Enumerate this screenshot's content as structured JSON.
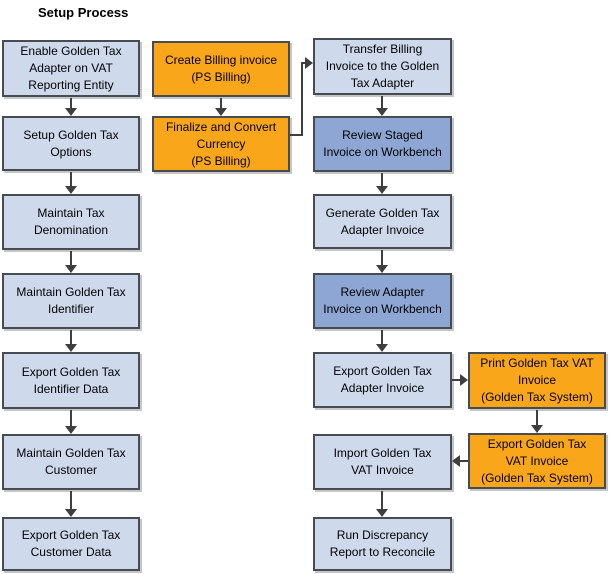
{
  "title": "Setup Process",
  "colors": {
    "light_blue": "#cedaec",
    "medium_blue": "#8ea6d3",
    "orange": "#faa61a",
    "border": "#474c52",
    "arrow": "#3f3f3f",
    "background": "#ffffff"
  },
  "nodes": {
    "enable_adapter": {
      "label": "Enable Golden Tax\nAdapter on VAT\nReporting Entity",
      "style": "light-blue"
    },
    "setup_options": {
      "label": "Setup Golden Tax\nOptions",
      "style": "light-blue"
    },
    "maintain_tax_denomination": {
      "label": "Maintain Tax\nDenomination",
      "style": "light-blue"
    },
    "maintain_identifier": {
      "label": "Maintain Golden Tax\nIdentifier",
      "style": "light-blue"
    },
    "export_identifier_data": {
      "label": "Export Golden Tax\nIdentifier Data",
      "style": "light-blue"
    },
    "maintain_customer": {
      "label": "Maintain Golden Tax\nCustomer",
      "style": "light-blue"
    },
    "export_customer_data": {
      "label": "Export Golden Tax\nCustomer Data",
      "style": "light-blue"
    },
    "create_billing_invoice": {
      "label": "Create Billing invoice\n(PS Billing)",
      "style": "orange"
    },
    "finalize_convert_currency": {
      "label": "Finalize and Convert\nCurrency\n(PS Billing)",
      "style": "orange"
    },
    "transfer_billing_invoice": {
      "label": "Transfer Billing\nInvoice to the Golden\nTax Adapter",
      "style": "light-blue"
    },
    "review_staged_invoice": {
      "label": "Review Staged\nInvoice on Workbench",
      "style": "medium-blue"
    },
    "generate_adapter_invoice": {
      "label": "Generate Golden Tax\nAdapter Invoice",
      "style": "light-blue"
    },
    "review_adapter_invoice": {
      "label": "Review Adapter\nInvoice on Workbench",
      "style": "medium-blue"
    },
    "export_adapter_invoice": {
      "label": "Export Golden Tax\nAdapter Invoice",
      "style": "light-blue"
    },
    "import_vat_invoice": {
      "label": "Import Golden Tax\nVAT Invoice",
      "style": "light-blue"
    },
    "run_discrepancy_report": {
      "label": "Run Discrepancy\nReport to Reconcile",
      "style": "light-blue"
    },
    "print_vat_invoice": {
      "label": "Print Golden Tax VAT\nInvoice\n(Golden Tax System)",
      "style": "orange"
    },
    "export_vat_invoice": {
      "label": "Export Golden Tax\nVAT Invoice\n(Golden Tax System)",
      "style": "orange"
    }
  },
  "edges": [
    {
      "from": "enable_adapter",
      "to": "setup_options",
      "direction": "down"
    },
    {
      "from": "setup_options",
      "to": "maintain_tax_denomination",
      "direction": "down"
    },
    {
      "from": "maintain_tax_denomination",
      "to": "maintain_identifier",
      "direction": "down"
    },
    {
      "from": "maintain_identifier",
      "to": "export_identifier_data",
      "direction": "down"
    },
    {
      "from": "export_identifier_data",
      "to": "maintain_customer",
      "direction": "down"
    },
    {
      "from": "maintain_customer",
      "to": "export_customer_data",
      "direction": "down"
    },
    {
      "from": "create_billing_invoice",
      "to": "finalize_convert_currency",
      "direction": "down"
    },
    {
      "from": "finalize_convert_currency",
      "to": "transfer_billing_invoice",
      "direction": "elbow-right-up"
    },
    {
      "from": "transfer_billing_invoice",
      "to": "review_staged_invoice",
      "direction": "down"
    },
    {
      "from": "review_staged_invoice",
      "to": "generate_adapter_invoice",
      "direction": "down"
    },
    {
      "from": "generate_adapter_invoice",
      "to": "review_adapter_invoice",
      "direction": "down"
    },
    {
      "from": "review_adapter_invoice",
      "to": "export_adapter_invoice",
      "direction": "down"
    },
    {
      "from": "export_adapter_invoice",
      "to": "print_vat_invoice",
      "direction": "right"
    },
    {
      "from": "print_vat_invoice",
      "to": "export_vat_invoice",
      "direction": "down"
    },
    {
      "from": "export_vat_invoice",
      "to": "import_vat_invoice",
      "direction": "left"
    },
    {
      "from": "import_vat_invoice",
      "to": "run_discrepancy_report",
      "direction": "down"
    }
  ]
}
